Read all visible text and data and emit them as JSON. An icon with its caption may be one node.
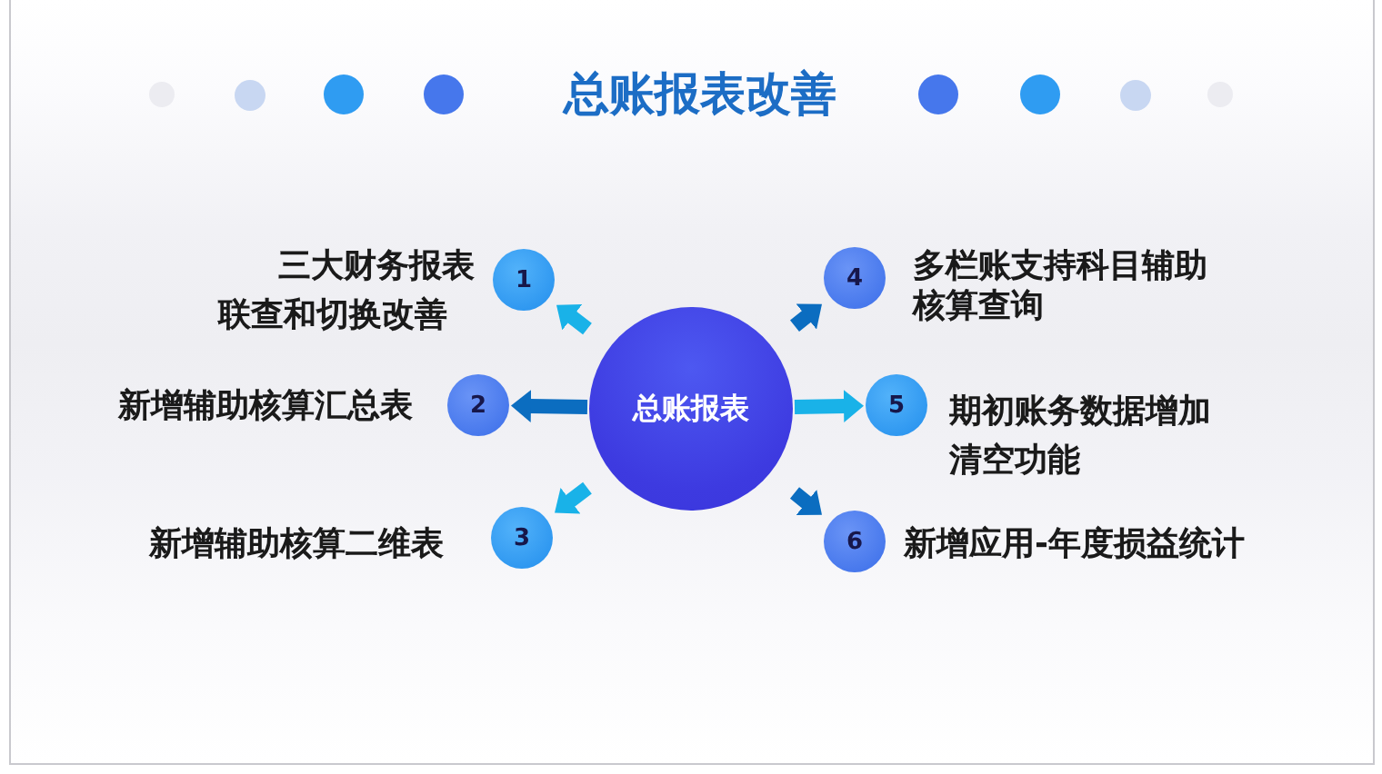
{
  "diagram": {
    "title": "总账报表改善",
    "nodes": [
      {
        "text": [
          "总账报表"
        ]
      },
      {
        "text": [
          "1"
        ],
        "beside": [
          "三大财务报表联查和切换改善"
        ]
      },
      {
        "text": [
          "2"
        ],
        "beside": [
          "新增辅助核算汇总表"
        ]
      },
      {
        "text": [
          "3"
        ],
        "beside": [
          "新增辅助核算二维表"
        ]
      },
      {
        "text": [
          "4"
        ],
        "beside": [
          "多栏账支持科目辅助核算查询"
        ]
      },
      {
        "text": [
          "5"
        ],
        "beside": [
          "期初账务数据增加清空功能"
        ]
      },
      {
        "text": [
          "6"
        ],
        "beside": [
          "新增应用-年度损益统计"
        ]
      }
    ],
    "edges": [
      {
        "from": 0,
        "to": 1,
        "arrow": "to",
        "color": "#19b2e8"
      },
      {
        "from": 0,
        "to": 2,
        "arrow": "to",
        "color": "#0b6dc0"
      },
      {
        "from": 0,
        "to": 3,
        "arrow": "to",
        "color": "#19b2e8"
      },
      {
        "from": 0,
        "to": 4,
        "arrow": "to",
        "color": "#0b6dc0"
      },
      {
        "from": 0,
        "to": 5,
        "arrow": "to",
        "color": "#19b2e8"
      },
      {
        "from": 0,
        "to": 6,
        "arrow": "to",
        "color": "#0b6dc0"
      }
    ]
  }
}
